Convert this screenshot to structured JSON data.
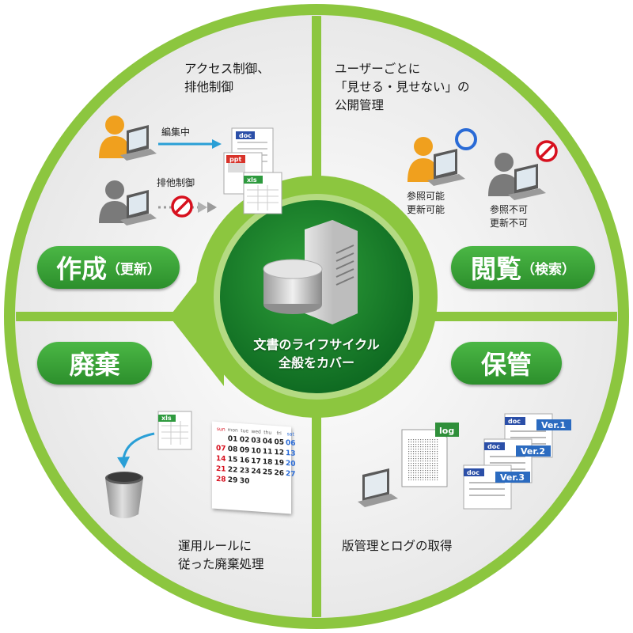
{
  "colors": {
    "ring": "#8cc63f",
    "pill": "#3aa33a",
    "orange_user": "#f0a01e",
    "gray_user": "#7a7a7a",
    "forbid": "#d7101e",
    "allow": "#2a6bd6"
  },
  "center": {
    "line1": "文書のライフサイクル",
    "line2": "全般をカバー",
    "icons": [
      "database-icon",
      "server-icon",
      "cycle-arrow-icon"
    ]
  },
  "quadrants": {
    "create": {
      "pill_main": "作成",
      "pill_sub": "（更新）",
      "desc_line1": "アクセス制御、",
      "desc_line2": "排他制御",
      "editing_label": "編集中",
      "locked_label": "排他制御",
      "doc_tags": [
        "doc",
        "ppt",
        "xls"
      ]
    },
    "view": {
      "pill_main": "閲覧",
      "pill_sub": "（検索）",
      "desc_line1": "ユーザーごとに",
      "desc_line2": "「見せる・見せない」の",
      "desc_line3": "公開管理",
      "allowed_line1": "参照可能",
      "allowed_line2": "更新可能",
      "denied_line1": "参照不可",
      "denied_line2": "更新不可"
    },
    "dispose": {
      "pill_main": "廃棄",
      "desc_line1": "運用ルールに",
      "desc_line2": "従った廃棄処理",
      "file_tag": "xls",
      "calendar": {
        "headers": [
          "sun",
          "mon",
          "tue",
          "wed",
          "thu",
          "fri",
          "sat"
        ],
        "rows": [
          [
            "",
            "01",
            "02",
            "03",
            "04",
            "05",
            "06"
          ],
          [
            "07",
            "08",
            "09",
            "10",
            "11",
            "12",
            "13"
          ],
          [
            "14",
            "15",
            "16",
            "17",
            "18",
            "19",
            "20"
          ],
          [
            "21",
            "22",
            "23",
            "24",
            "25",
            "26",
            "27"
          ],
          [
            "28",
            "29",
            "30",
            "",
            "",
            "",
            ""
          ]
        ]
      }
    },
    "store": {
      "pill_main": "保管",
      "desc": "版管理とログの取得",
      "log_tag": "log",
      "versions": [
        {
          "tag": "doc",
          "ver": "Ver.1"
        },
        {
          "tag": "doc",
          "ver": "Ver.2"
        },
        {
          "tag": "doc",
          "ver": "Ver.3"
        }
      ]
    }
  }
}
